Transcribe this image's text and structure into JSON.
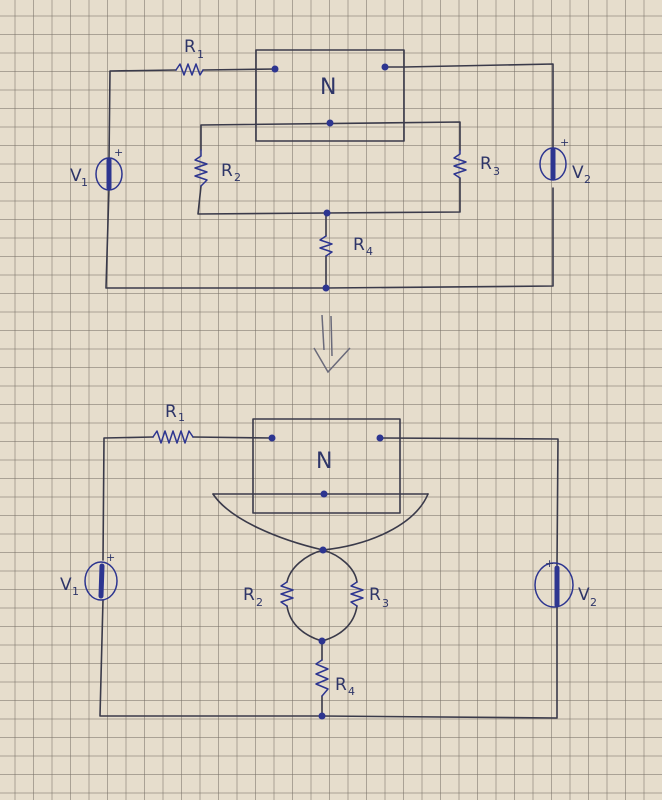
{
  "diagram": {
    "title": "",
    "description": "Hand-drawn circuit on grid paper: original network and its rearranged equivalent",
    "arrow": "double-down-arrow",
    "ink_color": "#2d3590",
    "paper_color": "#e6ddcc",
    "top_circuit": {
      "network": {
        "label": "N"
      },
      "resistors": [
        {
          "id": "R1",
          "letter": "R",
          "index": "1"
        },
        {
          "id": "R2",
          "letter": "R",
          "index": "2"
        },
        {
          "id": "R3",
          "letter": "R",
          "index": "3"
        },
        {
          "id": "R4",
          "letter": "R",
          "index": "4"
        }
      ],
      "sources": [
        {
          "id": "V1",
          "letter": "V",
          "index": "1",
          "polarity": "+"
        },
        {
          "id": "V2",
          "letter": "V",
          "index": "2",
          "polarity": "+"
        }
      ]
    },
    "bottom_circuit": {
      "network": {
        "label": "N"
      },
      "resistors": [
        {
          "id": "R1",
          "letter": "R",
          "index": "1"
        },
        {
          "id": "R2",
          "letter": "R",
          "index": "2"
        },
        {
          "id": "R3",
          "letter": "R",
          "index": "3"
        },
        {
          "id": "R4",
          "letter": "R",
          "index": "4"
        }
      ],
      "sources": [
        {
          "id": "V1",
          "letter": "V",
          "index": "1",
          "polarity": "+"
        },
        {
          "id": "V2",
          "letter": "V",
          "index": "2",
          "polarity": "+"
        }
      ]
    }
  }
}
